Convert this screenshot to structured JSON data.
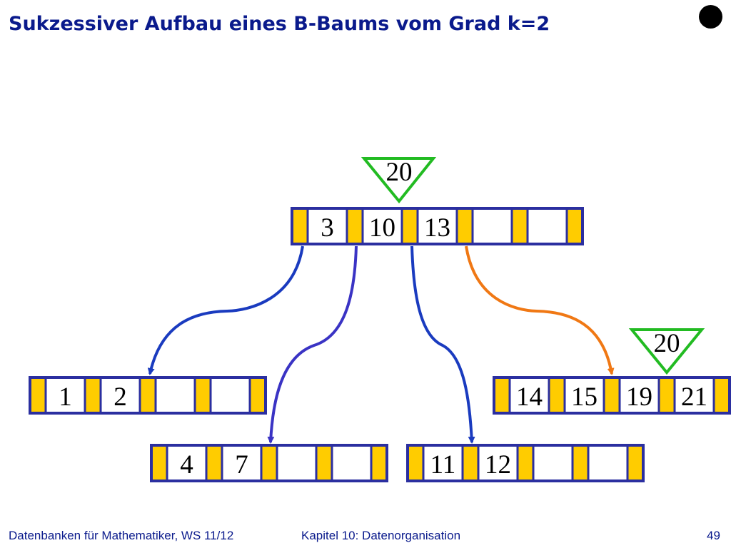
{
  "title": "Sukzessiver Aufbau eines B-Baums vom Grad k=2",
  "footer": {
    "left": "Datenbanken für Mathematiker, WS 11/12",
    "center": "Kapitel 10: Datenorganisation",
    "page": "49"
  },
  "colors": {
    "title": "#0a1a8c",
    "node_border": "#2b2fa0",
    "pointer_fill": "#ffcc00",
    "arrow_blue": "#1a3bbf",
    "arrow_purple": "#3a33c4",
    "arrow_orange": "#f07814",
    "insert_marker": "#22bb22"
  },
  "diagram": {
    "root": {
      "keys": [
        "3",
        "10",
        "13",
        "",
        ""
      ]
    },
    "leaves": [
      {
        "keys": [
          "1",
          "2",
          "",
          ""
        ]
      },
      {
        "keys": [
          "4",
          "7",
          "",
          ""
        ]
      },
      {
        "keys": [
          "11",
          "12",
          "",
          ""
        ]
      },
      {
        "keys": [
          "14",
          "15",
          "19",
          "21"
        ]
      }
    ],
    "insert_markers": [
      {
        "label": "20",
        "at": "root"
      },
      {
        "label": "20",
        "at": "leaf-4"
      }
    ]
  }
}
